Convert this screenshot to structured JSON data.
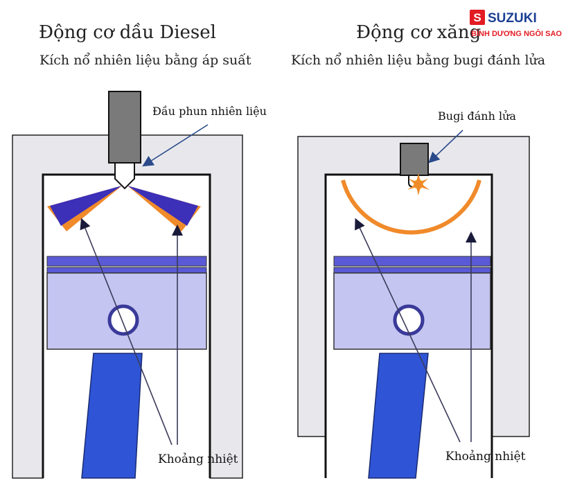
{
  "diesel": {
    "title": "Động cơ dầu Diesel",
    "subtitle": "Kích nổ nhiên liệu bằng áp suất",
    "injector_label": "Đầu phun nhiên liệu",
    "gap_label": "Khoảng nhiệt"
  },
  "petrol": {
    "title": "Động cơ xăng",
    "subtitle": "Kích nổ nhiên liệu bằng bugi đánh lửa",
    "sparkplug_label": "Bugi đánh lửa",
    "gap_label": "Khoảng nhiệt"
  },
  "brand": {
    "name": "SUZUKI",
    "dealer": "BÌNH DƯƠNG NGÔI SAO",
    "logo_text": "S"
  },
  "colors": {
    "cylinder_wall": "#e8e8ec",
    "piston": "#c5c5f2",
    "piston_ring": "#5a5ad6",
    "rod": "#2f55d6",
    "injector": "#7a7a7a",
    "fuel_spray": "#3c2fb8",
    "fuel_spray_edge": "#f08a2a",
    "flame": "#f08a2a",
    "arrow": "#3a3a5a",
    "pointer": "#2a4a8a",
    "brand_red": "#e31b23",
    "brand_blue": "#1c3f94"
  }
}
